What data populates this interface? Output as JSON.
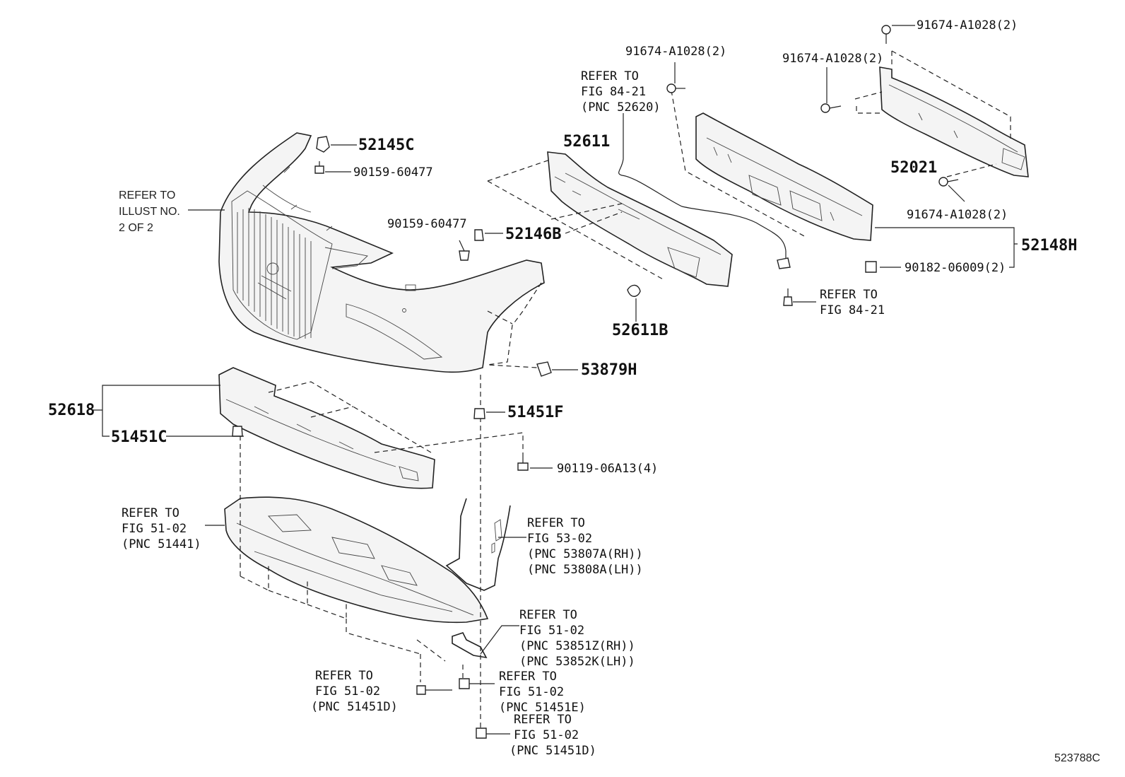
{
  "diagram": {
    "figure_id": "523788C",
    "parts": {
      "p52145C": "52145C",
      "p90159a": "90159-60477",
      "p90159b": "90159-60477",
      "p52146B": "52146B",
      "p52611": "52611",
      "p52611B": "52611B",
      "p52021": "52021",
      "p52148H": "52148H",
      "p91674a": "91674-A1028(2)",
      "p91674b": "91674-A1028(2)",
      "p91674c": "91674-A1028(2)",
      "p91674d": "91674-A1028(2)",
      "p90182": "90182-06009(2)",
      "p53879H": "53879H",
      "p51451F": "51451F",
      "p52618": "52618",
      "p51451C": "51451C",
      "p90119": "90119-06A13(4)"
    },
    "refs": {
      "illust": [
        "REFER TO",
        "ILLUST NO.",
        "2 OF 2"
      ],
      "fig84a": [
        "REFER TO",
        "FIG 84-21",
        "(PNC 52620)"
      ],
      "fig84b": [
        "REFER TO",
        "FIG 84-21"
      ],
      "fig51441": [
        "REFER TO",
        "FIG 51-02",
        "(PNC 51441)"
      ],
      "fig53": [
        "REFER TO",
        "FIG 53-02",
        "(PNC 53807A(RH))",
        "(PNC 53808A(LH))"
      ],
      "fig538": [
        "REFER TO",
        "FIG 51-02",
        "(PNC 53851Z(RH))",
        "(PNC 53852K(LH))"
      ],
      "fig51451D_a": [
        "REFER TO",
        "FIG 51-02",
        "(PNC 51451D)"
      ],
      "fig51451E": [
        "REFER TO",
        "FIG 51-02",
        "(PNC 51451E)"
      ],
      "fig51451D_b": [
        "REFER TO",
        "FIG 51-02",
        "(PNC 51451D)"
      ]
    }
  }
}
